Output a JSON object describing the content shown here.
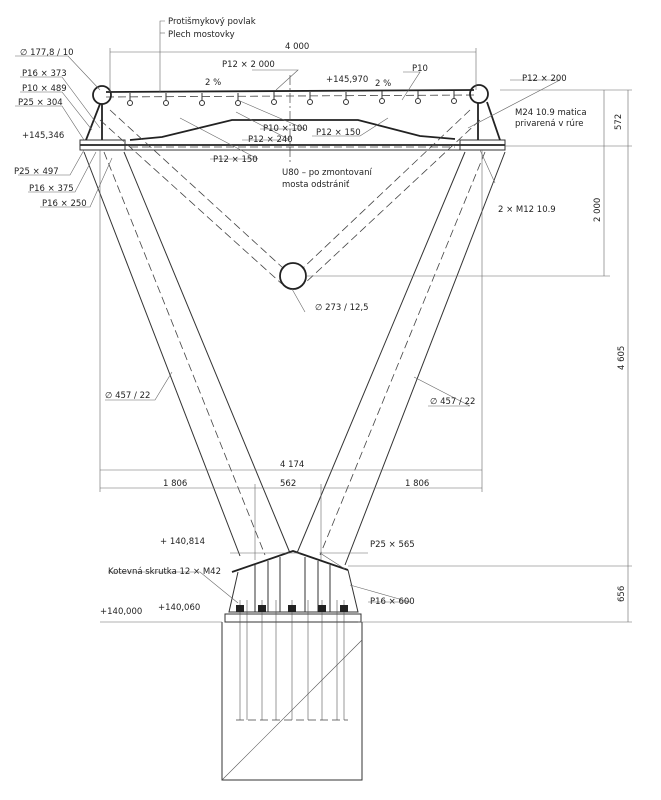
{
  "title": "Cross-section of bridge deck on V-shaped pylon",
  "labels": {
    "anti_slip": "Protišmykový povlak",
    "deck_plate": "Plech mostovky",
    "tube_top": "∅ 177,8 / 10",
    "p16_373": "P16 × 373",
    "p10_489": "P10 × 489",
    "p25_304": "P25 × 304",
    "level_left": "+145,346",
    "p25_497": "P25 × 497",
    "p16_375": "P16 × 375",
    "p16_250": "P16 × 250",
    "p12_2000": "P12 × 2 000",
    "slope_left": "2 %",
    "slope_right": "2 %",
    "level_top": "+145,970",
    "p10": "P10",
    "p12_200": "P12 × 200",
    "m24_line1": "M24 10.9 matica",
    "m24_line2": "privarená v rúre",
    "p10_100": "P10 × 100",
    "p12_240": "P12 × 240",
    "p12_150_a": "P12 × 150",
    "p12_150_b": "P12 × 150",
    "u80_line1": "U80 – po zmontovaní",
    "u80_line2": "mosta odstrániť",
    "m12": "2 × M12 10.9",
    "tube_brace": "∅ 273 / 12,5",
    "tube_leg_left": "∅ 457 / 22",
    "tube_leg_right": "∅ 457 / 22",
    "level_140814": "+ 140,814",
    "p25_565": "P25 × 565",
    "anchor_bolt": "Kotevná skrutka 12 × M42",
    "p16_600": "P16 × 600",
    "level_140000": "+140,000",
    "level_140060": "+140,060"
  },
  "dimensions": {
    "top_width": "4 000",
    "d572": "572",
    "d2000": "2 000",
    "d4605": "4 605",
    "d656": "656",
    "d4174": "4 174",
    "d1806_left": "1 806",
    "d562": "562",
    "d1806_right": "1 806"
  }
}
